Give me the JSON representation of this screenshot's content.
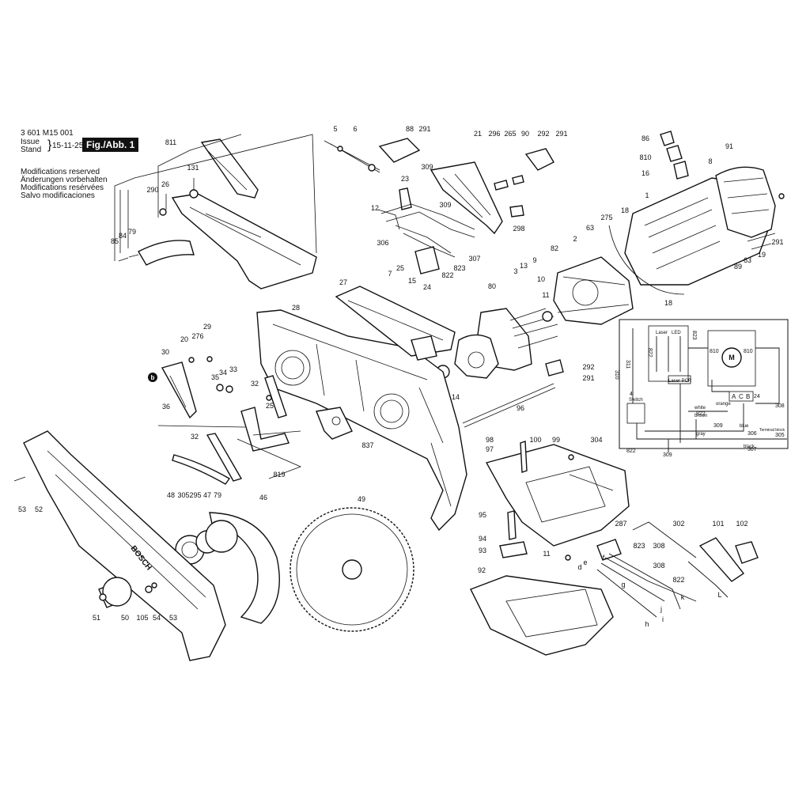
{
  "header": {
    "doc_number": "3 601 M15 001",
    "issue_label": "Issue",
    "stand_label": "Stand",
    "issue_date": "15-11-25",
    "figure_label": "Fig./Abb. 1"
  },
  "notes": [
    "Modifications reserved",
    "Änderungen vorbehalten",
    "Modifications resérvées",
    "Salvo modificaciones"
  ],
  "part_labels": [
    "811",
    "131",
    "26",
    "290",
    "85",
    "84",
    "79",
    "5",
    "6",
    "88",
    "291",
    "21",
    "296",
    "265",
    "90",
    "292",
    "291",
    "309",
    "23",
    "12",
    "306",
    "309",
    "822",
    "823",
    "307",
    "298",
    "86",
    "810",
    "16",
    "91",
    "8",
    "1",
    "275",
    "18",
    "291",
    "19",
    "63",
    "89",
    "18",
    "2",
    "63",
    "82",
    "13",
    "9",
    "7",
    "25",
    "15",
    "24",
    "80",
    "3",
    "10",
    "11",
    "27",
    "28",
    "29",
    "276",
    "20",
    "30",
    "34",
    "33",
    "35",
    "32",
    "25",
    "36",
    "292",
    "291",
    "14",
    "96",
    "837",
    "32",
    "819",
    "48",
    "305",
    "295",
    "47",
    "79",
    "46",
    "49",
    "53",
    "52",
    "51",
    "50",
    "105",
    "54",
    "53",
    "98",
    "100",
    "99",
    "304",
    "97",
    "95",
    "94",
    "93",
    "11",
    "92",
    "287",
    "302",
    "101",
    "102",
    "823",
    "308",
    "308",
    "822",
    "d",
    "e",
    "f",
    "g",
    "h",
    "i",
    "j",
    "k",
    "L"
  ],
  "wiring": {
    "labels": [
      "Laser",
      "LED",
      "Laser PCR",
      "Switch",
      "M",
      "A",
      "C",
      "B",
      "Terminal block",
      "brown",
      "white",
      "blue",
      "black",
      "gray",
      "orange"
    ],
    "parts": [
      "822",
      "822",
      "823",
      "310",
      "311",
      "810",
      "810",
      "4",
      "822",
      "309",
      "306",
      "307",
      "305",
      "308",
      "309",
      "24"
    ]
  },
  "brand": "BOSCH"
}
